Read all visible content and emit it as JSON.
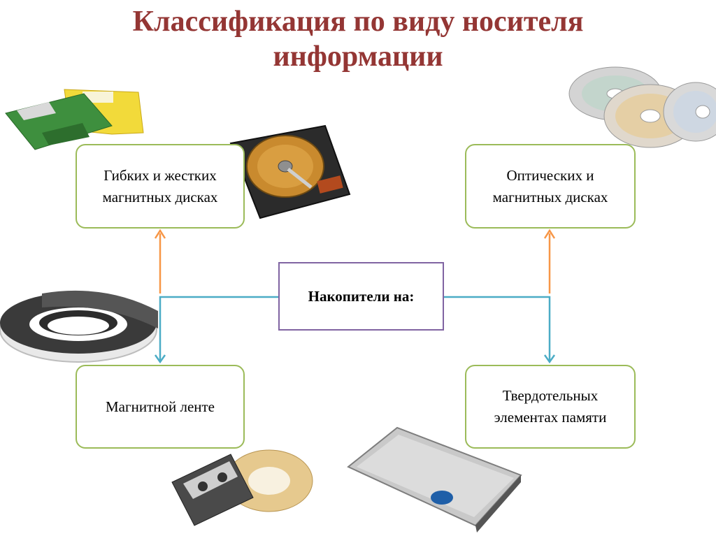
{
  "title": {
    "line1": "Классификация по виду носителя",
    "line2": "информации"
  },
  "center": {
    "label": "Накопители на:"
  },
  "nodes": {
    "top_left": {
      "line1": "Гибких и жестких",
      "line2": "магнитных дисках"
    },
    "top_right": {
      "line1": "Оптических и",
      "line2": "магнитных дисках"
    },
    "bottom_left": {
      "line1": "Магнитной ленте"
    },
    "bottom_right": {
      "line1": "Твердотельных",
      "line2": "элементах памяти"
    }
  },
  "colors": {
    "title": "#943634",
    "node_border": "#9bbb59",
    "center_border": "#8064a2",
    "connector": "#4bacc6",
    "up_arrow": "#f79646"
  },
  "images": [
    "floppy-disks",
    "hard-drive",
    "optical-discs",
    "magnetic-tape",
    "audio-cassette",
    "solid-state-drive"
  ]
}
